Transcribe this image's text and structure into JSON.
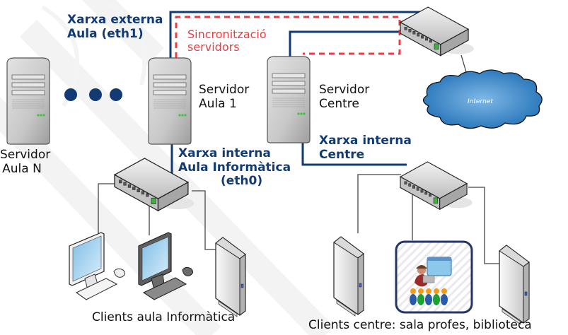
{
  "diagram": {
    "title": "Network topology: Aula Informàtica and Centre",
    "colors": {
      "network_line": "#123b74",
      "sync_line": "#ef3a3f",
      "thin_line": "#3a3a3a",
      "cloud": "#2f7fc4",
      "led": "#3cc43c"
    },
    "labels": {
      "external_network": [
        "Xarxa externa",
        "Aula (eth1)"
      ],
      "sync": [
        "Sincronització",
        "servidors"
      ],
      "server_aula_n": [
        "Servidor",
        "Aula N"
      ],
      "server_aula_1": [
        "Servidor",
        "Aula 1"
      ],
      "server_centre": [
        "Servidor",
        "Centre"
      ],
      "internal_aula": [
        "Xarxa interna",
        "Aula Informàtica",
        "(eth0)"
      ],
      "internal_centre": [
        "Xarxa interna",
        "Centre"
      ],
      "clients_aula": "Clients aula Informàtica",
      "clients_centre": "Clients centre: sala profes, biblioteca",
      "internet": "Internet"
    },
    "nodes": [
      {
        "id": "server-aula-n",
        "type": "server",
        "icon": "server-tower-icon"
      },
      {
        "id": "ellipsis",
        "type": "ellipsis",
        "icon": "dots-icon"
      },
      {
        "id": "server-aula-1",
        "type": "server",
        "icon": "server-tower-icon"
      },
      {
        "id": "server-centre",
        "type": "server",
        "icon": "server-tower-icon"
      },
      {
        "id": "switch-top",
        "type": "switch",
        "icon": "network-switch-icon"
      },
      {
        "id": "internet",
        "type": "cloud",
        "icon": "cloud-icon"
      },
      {
        "id": "switch-aula",
        "type": "switch",
        "icon": "network-switch-icon"
      },
      {
        "id": "switch-centre",
        "type": "switch",
        "icon": "network-switch-icon"
      },
      {
        "id": "pc-white",
        "type": "desktop",
        "icon": "desktop-computer-icon"
      },
      {
        "id": "pc-dark",
        "type": "desktop",
        "icon": "desktop-computer-icon"
      },
      {
        "id": "tower-aula",
        "type": "slim-pc",
        "icon": "slim-tower-icon"
      },
      {
        "id": "tower-centre-left",
        "type": "slim-pc",
        "icon": "slim-tower-icon"
      },
      {
        "id": "classroom",
        "type": "group",
        "icon": "classroom-group-icon"
      },
      {
        "id": "tower-centre-right",
        "type": "slim-pc",
        "icon": "slim-tower-icon"
      }
    ]
  }
}
